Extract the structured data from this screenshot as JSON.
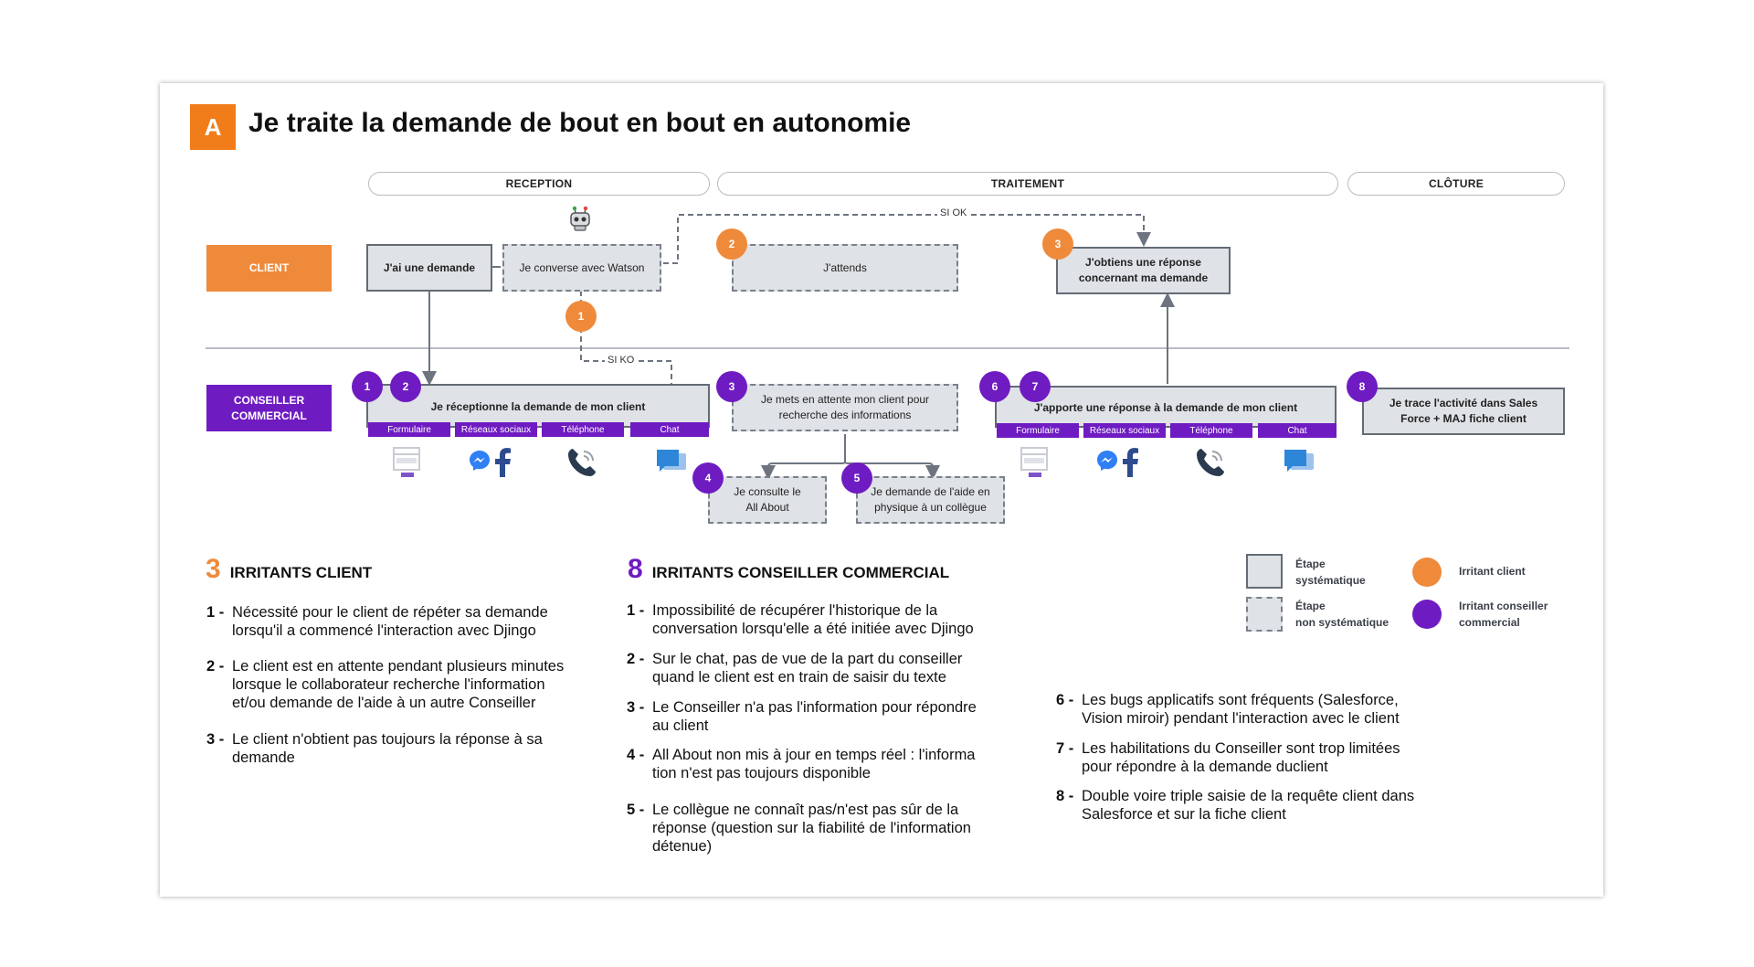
{
  "title": {
    "badge": "A",
    "text": "Je traite la demande de bout en bout en autonomie"
  },
  "phases": {
    "reception": "RECEPTION",
    "traitement": "TRAITEMENT",
    "cloture": "CLÔTURE"
  },
  "roles": {
    "client": "CLIENT",
    "conseiller_line1": "CONSEILLER",
    "conseiller_line2": "COMMERCIAL"
  },
  "client_lane": {
    "demande": "J'ai une demande",
    "watson": "Je converse avec Watson",
    "attends": "J'attends",
    "reponse_line1": "J'obtiens une réponse",
    "reponse_line2": "concernant ma demande"
  },
  "edges": {
    "si_ok": "SI OK",
    "si_ko": "SI KO"
  },
  "conseiller_lane": {
    "receptionne": "Je réceptionne la demande de mon client",
    "attente_line1": "Je mets en attente mon client pour",
    "attente_line2": "recherche des informations",
    "consulte_line1": "Je consulte le",
    "consulte_line2": "All About",
    "aide_line1": "Je demande de l'aide en",
    "aide_line2": "physique à un collègue",
    "apporte": "J'apporte une réponse à la demande de mon client",
    "trace_line1": "Je trace l'activité dans Sales",
    "trace_line2": "Force + MAJ fiche client"
  },
  "channels": {
    "formulaire": "Formulaire",
    "reseaux": "Réseaux sociaux",
    "telephone": "Téléphone",
    "chat": "Chat"
  },
  "markers": {
    "client": [
      "1",
      "2",
      "3"
    ],
    "conseiller": [
      "1",
      "2",
      "3",
      "4",
      "5",
      "6",
      "7",
      "8"
    ]
  },
  "colors": {
    "orange": "#ef8a3b",
    "purple": "#6f1bc2",
    "grey_box": "#dfe2e6"
  },
  "icons": [
    "robot-icon",
    "form-icon",
    "messenger-icon",
    "facebook-icon",
    "phone-icon",
    "chat-icon"
  ],
  "irritants_client": {
    "count": "3",
    "title": "IRRITANTS CLIENT",
    "items": [
      {
        "n": "1 -",
        "line1": "Nécessité pour le client de répéter sa demande",
        "line2": "lorsqu'il a commencé l'interaction avec Djingo"
      },
      {
        "n": "2 -",
        "line1": "Le client est en attente pendant plusieurs minutes",
        "line2": "lorsque le collaborateur recherche l'information",
        "line3": "et/ou demande de l'aide à un autre Conseiller"
      },
      {
        "n": "3 -",
        "line1": "Le client n'obtient pas toujours la réponse à sa",
        "line2": "demande"
      }
    ]
  },
  "irritants_conseiller": {
    "count": "8",
    "title": "IRRITANTS CONSEILLER COMMERCIAL",
    "items": [
      {
        "n": "1 -",
        "line1": "Impossibilité de récupérer l'historique de la",
        "line2": "conversation lorsqu'elle a été initiée avec Djingo"
      },
      {
        "n": "2 -",
        "line1": "Sur le chat, pas de vue de la part du conseiller",
        "line2": "quand le client est en train de saisir du texte"
      },
      {
        "n": "3 -",
        "line1": "Le Conseiller n'a pas l'information pour répondre",
        "line2": "au client"
      },
      {
        "n": "4 -",
        "line1": "All About non mis à jour en temps réel : l'informa",
        "line2": "tion n'est pas toujours disponible"
      },
      {
        "n": "5 -",
        "line1": "Le collègue ne connaît pas/n'est pas sûr de la",
        "line2": "réponse (question sur la fiabilité de l'information",
        "line3": "détenue)"
      },
      {
        "n": "6 -",
        "line1": "Les bugs applicatifs sont fréquents (Salesforce,",
        "line2": "Vision miroir) pendant l'interaction avec le client"
      },
      {
        "n": "7 -",
        "line1": "Les habilitations du Conseiller sont trop limitées",
        "line2": "pour répondre à la demande duclient"
      },
      {
        "n": "8 -",
        "line1": "Double voire triple saisie de la requête client dans",
        "line2": "Salesforce et sur la fiche client"
      }
    ]
  },
  "legend": {
    "systematique_line1": "Étape",
    "systematique_line2": "systématique",
    "non_systematique_line1": "Étape",
    "non_systematique_line2": "non systématique",
    "irritant_client": "Irritant client",
    "irritant_conseiller_line1": "Irritant conseiller",
    "irritant_conseiller_line2": "commercial"
  }
}
